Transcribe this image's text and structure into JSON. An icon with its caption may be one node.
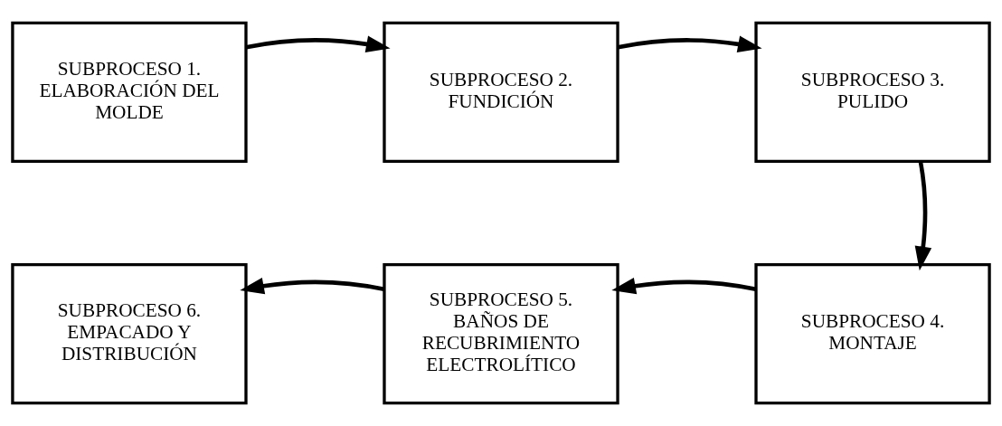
{
  "diagram": {
    "nodes": [
      {
        "text": [
          "SUBPROCESO 1. ELABORACIÓN DEL MOLDE"
        ]
      },
      {
        "text": [
          "SUBPROCESO 2. FUNDICIÓN"
        ]
      },
      {
        "text": [
          "SUBPROCESO 3. PULIDO"
        ]
      },
      {
        "text": [
          "SUBPROCESO 4. MONTAJE"
        ]
      },
      {
        "text": [
          "SUBPROCESO 5. BAÑOS DE RECUBRIMIENTO ELECTROLÍTICO"
        ]
      },
      {
        "text": [
          "SUBPROCESO 6. EMPACADO Y DISTRIBUCIÓN"
        ]
      }
    ],
    "edges": [
      {
        "from": 0,
        "to": 1,
        "arrow": "to"
      },
      {
        "from": 1,
        "to": 2,
        "arrow": "to"
      },
      {
        "from": 2,
        "to": 3,
        "arrow": "to"
      },
      {
        "from": 3,
        "to": 4,
        "arrow": "to"
      },
      {
        "from": 4,
        "to": 5,
        "arrow": "to"
      }
    ]
  }
}
